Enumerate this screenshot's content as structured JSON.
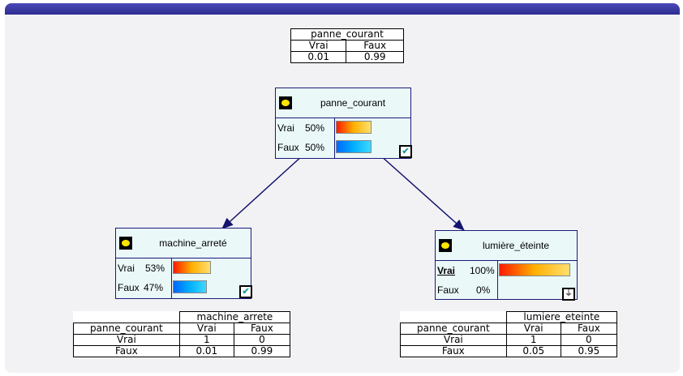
{
  "cpt_root": {
    "title": "panne_courant",
    "headers": [
      "Vrai",
      "Faux"
    ],
    "values": [
      "0.01",
      "0.99"
    ]
  },
  "nodes": {
    "panne": {
      "title": "panne_courant",
      "states": [
        {
          "label": "Vrai",
          "pct": "50%",
          "value": 0.5
        },
        {
          "label": "Faux",
          "pct": "50%",
          "value": 0.5
        }
      ]
    },
    "machine": {
      "title": "machine_arreté",
      "states": [
        {
          "label": "Vrai",
          "pct": "53%",
          "value": 0.53
        },
        {
          "label": "Faux",
          "pct": "47%",
          "value": 0.47
        }
      ]
    },
    "lumiere": {
      "title": "lumière_éteinte",
      "states": [
        {
          "label": "Vrai",
          "pct": "100%",
          "value": 1.0
        },
        {
          "label": "Faux",
          "pct": "0%",
          "value": 0.0
        }
      ]
    }
  },
  "cpt_machine": {
    "title": "machine_arrete",
    "parent": "panne_courant",
    "headers": [
      "Vrai",
      "Faux"
    ],
    "rows": [
      {
        "label": "Vrai",
        "values": [
          "1",
          "0"
        ]
      },
      {
        "label": "Faux",
        "values": [
          "0.01",
          "0.99"
        ]
      }
    ]
  },
  "cpt_lumiere": {
    "title": "lumiere_eteinte",
    "parent": "panne_courant",
    "headers": [
      "Vrai",
      "Faux"
    ],
    "rows": [
      {
        "label": "Vrai",
        "values": [
          "1",
          "0"
        ]
      },
      {
        "label": "Faux",
        "values": [
          "0.05",
          "0.95"
        ]
      }
    ]
  },
  "icons": {
    "check": "check-icon",
    "ground": "ground-icon",
    "node": "oval-node-icon"
  },
  "colors": {
    "title_bar": "#2d2d8f",
    "edge": "#14146e",
    "node_bg": "#eaf8f8"
  }
}
